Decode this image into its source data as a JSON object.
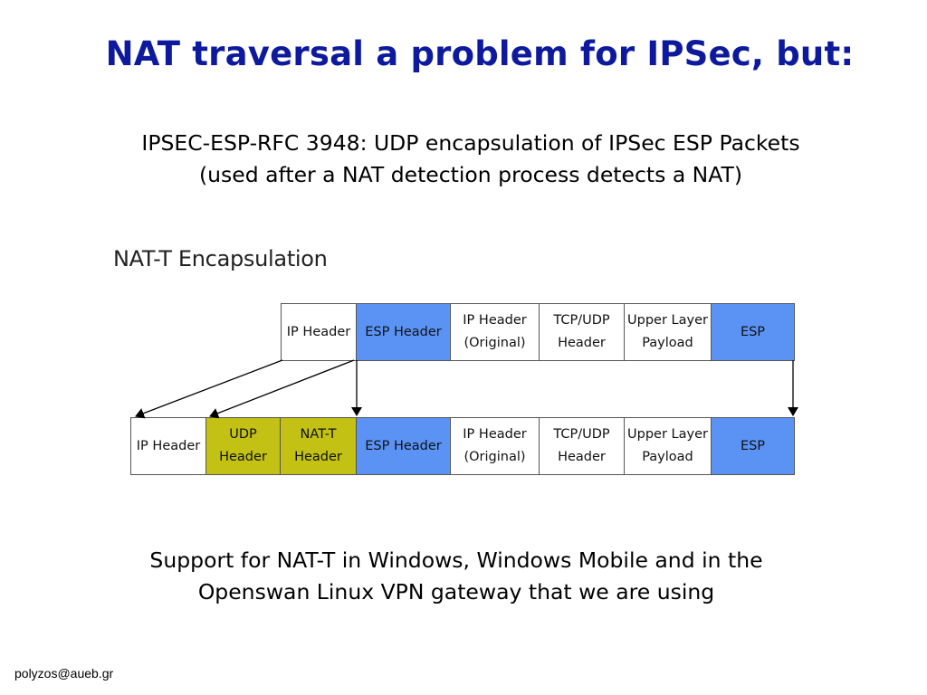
{
  "slide": {
    "title": "NAT traversal a problem for IPSec, but:",
    "subtitle_line1": "IPSEC-ESP-RFC 3948: UDP encapsulation of IPSec ESP Packets",
    "subtitle_line2": "(used after a NAT detection process detects a NAT)",
    "support_line1": "Support for NAT-T in Windows, Windows Mobile and in the",
    "support_line2": "Openswan Linux VPN gateway that we are using",
    "footer": "polyzos@aueb.gr"
  },
  "figure": {
    "title": "NAT-T Encapsulation",
    "top_row": [
      {
        "label": "IP Header",
        "color": "white"
      },
      {
        "label": "ESP Header",
        "color": "blue"
      },
      {
        "label": "IP Header\n(Original)",
        "color": "white"
      },
      {
        "label": "TCP/UDP\nHeader",
        "color": "white"
      },
      {
        "label": "Upper Layer\nPayload",
        "color": "white"
      },
      {
        "label": "ESP",
        "color": "blue"
      }
    ],
    "bottom_row": [
      {
        "label": "IP Header",
        "color": "white"
      },
      {
        "label": "UDP Header",
        "color": "olive"
      },
      {
        "label": "NAT-T\nHeader",
        "color": "olive"
      },
      {
        "label": "ESP Header",
        "color": "blue"
      },
      {
        "label": "IP Header\n(Original)",
        "color": "white"
      },
      {
        "label": "TCP/UDP\nHeader",
        "color": "white"
      },
      {
        "label": "Upper Layer\nPayload",
        "color": "white"
      },
      {
        "label": "ESP",
        "color": "blue"
      }
    ],
    "colors": {
      "blue": "#5b93f5",
      "olive": "#c2c114",
      "white": "#ffffff",
      "title": "#0d1a9e"
    }
  }
}
